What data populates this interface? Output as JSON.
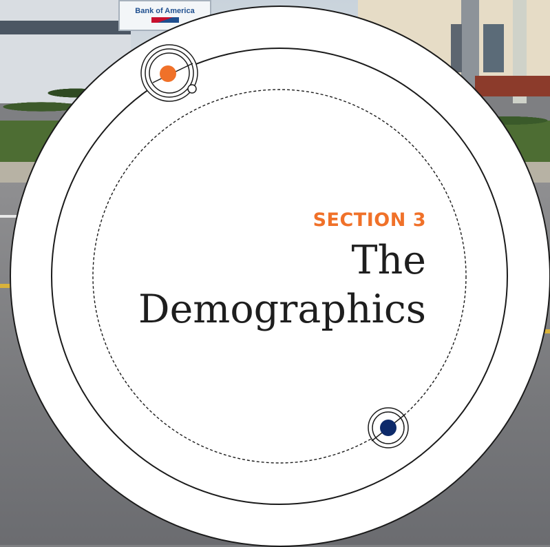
{
  "background": {
    "sign_text": "Bank of America"
  },
  "section": {
    "label": "SECTION 3",
    "title_line1": "The",
    "title_line2": "Demographics"
  },
  "colors": {
    "accent_orange": "#f07129",
    "accent_navy": "#0d2a6a",
    "panel": "#ffffff",
    "stroke": "#1a1a1a"
  },
  "icons": {
    "orange_orbit": "orbit-dot-icon",
    "navy_orbit": "orbit-dot-icon"
  }
}
